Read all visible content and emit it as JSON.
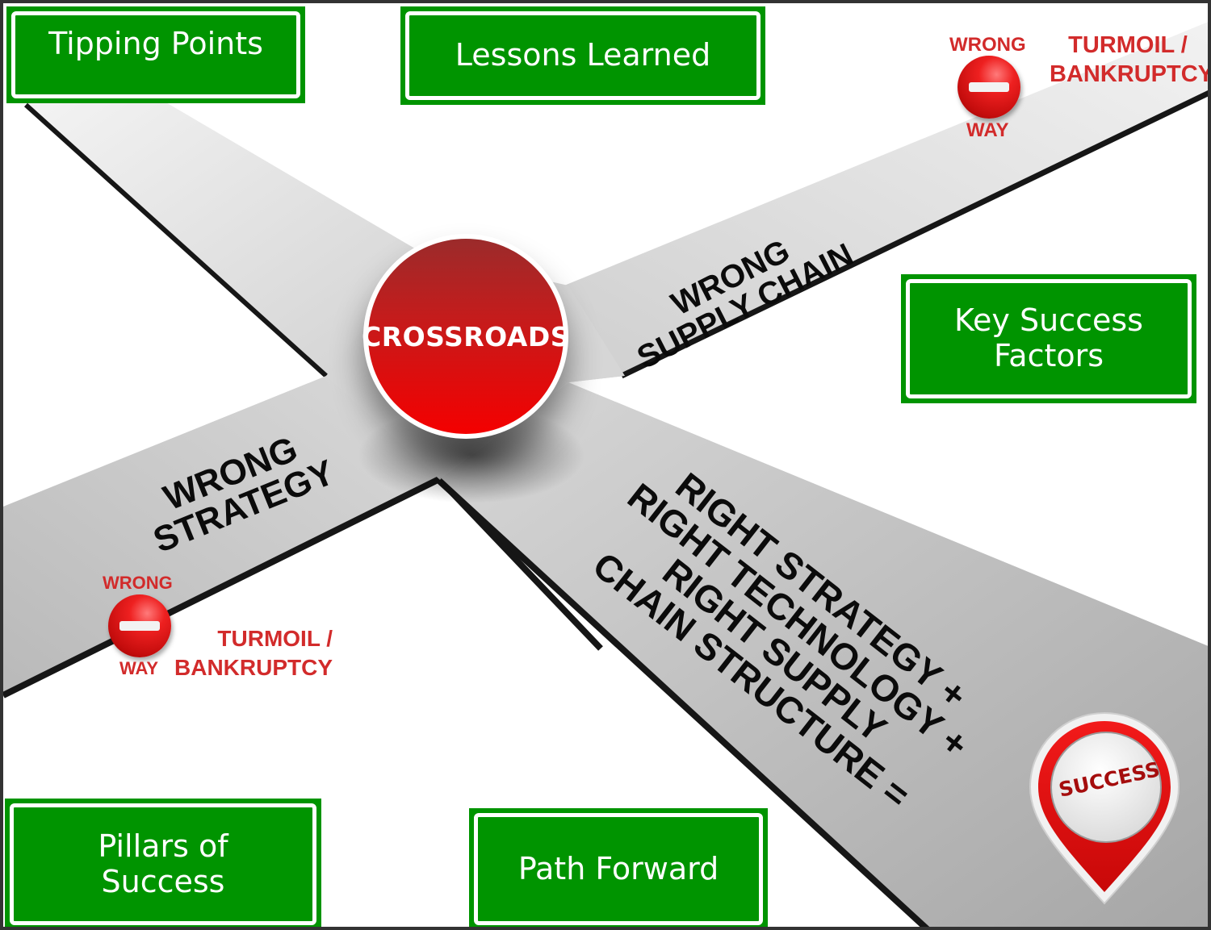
{
  "signs": {
    "tipping_points": "Tipping Points",
    "lessons_learned": "Lessons Learned",
    "key_success_factors": "Key Success\nFactors",
    "pillars_of_success": "Pillars of\nSuccess",
    "path_forward": "Path Forward"
  },
  "center": {
    "label": "CROSSROADS"
  },
  "roads": {
    "wrong_supply_chain": "WRONG\nSUPPLY CHAIN",
    "wrong_strategy": "WRONG\nSTRATEGY",
    "right_path": "RIGHT STRATEGY +\nRIGHT TECHNOLOGY +\nRIGHT SUPPLY\nCHAIN STRUCTURE ="
  },
  "warnings": [
    {
      "top_label": "WRONG",
      "bottom_label": "WAY",
      "outcome": "TURMOIL /\nBANKRUPTCY",
      "icon": "no-entry-icon"
    },
    {
      "top_label": "WRONG",
      "bottom_label": "WAY",
      "outcome": "TURMOIL /\nBANKRUPTCY",
      "icon": "no-entry-icon"
    }
  ],
  "destination": {
    "label": "SUCCESS",
    "icon": "map-pin-icon"
  },
  "colors": {
    "sign_green": "#009400",
    "crossroads_red": "#e00f0f",
    "warning_red": "#d22b2b",
    "road_gray": "#c8c8c8"
  }
}
